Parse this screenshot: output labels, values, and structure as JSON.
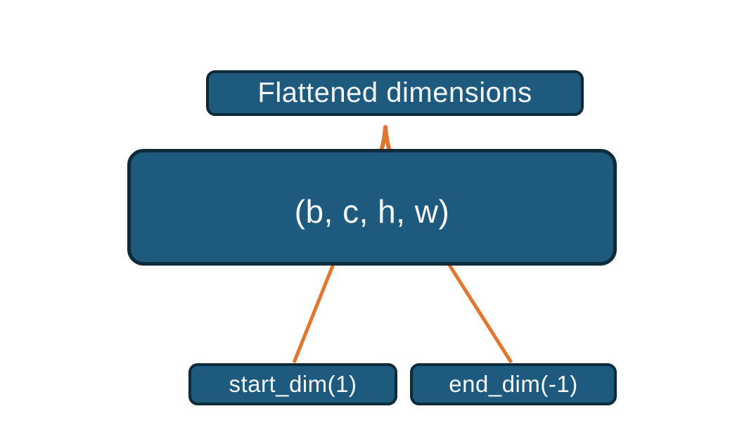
{
  "diagram": {
    "boxes": {
      "flattened": {
        "label": "Flattened dimensions"
      },
      "tensor": {
        "label": "(b, c, h, w)"
      },
      "start_dim": {
        "label": "start_dim(1)"
      },
      "end_dim": {
        "label": "end_dim(-1)"
      }
    },
    "connectors": {
      "brace": "curly-brace pointing up from tensor dims (c,h,w) to Flattened dimensions box",
      "left_arrow": "arrow from start_dim(1) box up to dim c",
      "right_arrow": "arrow from end_dim(-1) box up to dim w"
    },
    "colors": {
      "box_fill": "#1e5a7d",
      "box_border": "#0e2b3b",
      "connector": "#e2762e",
      "label_text": "#f5f7f8",
      "background": "#ffffff"
    }
  }
}
